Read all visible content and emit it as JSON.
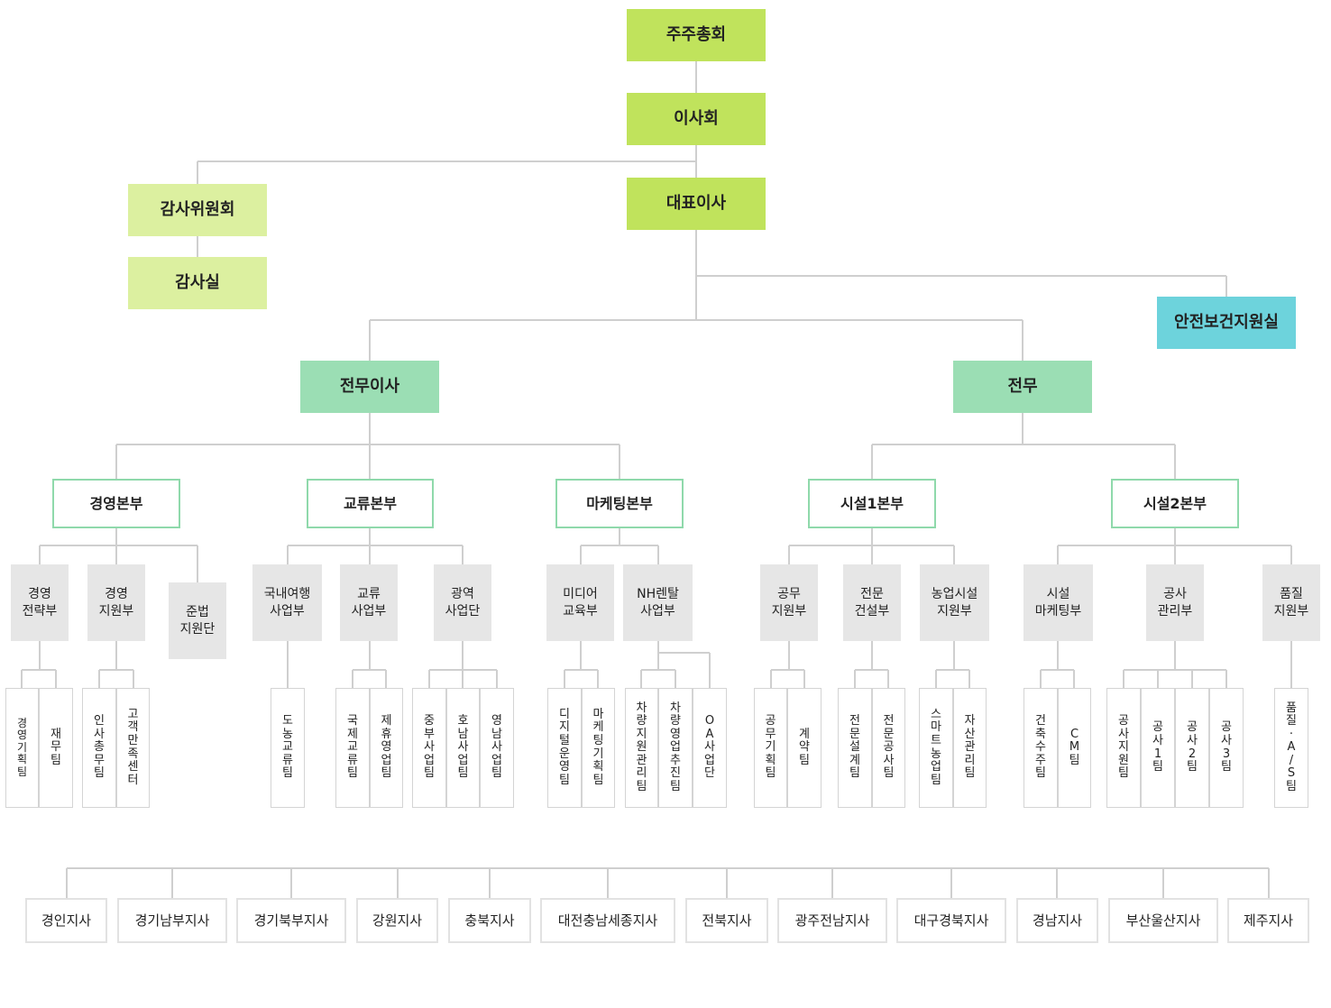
{
  "top": [
    {
      "id": "shareholders",
      "label": "주주총회"
    },
    {
      "id": "board",
      "label": "이사회"
    },
    {
      "id": "ceo",
      "label": "대표이사"
    }
  ],
  "audit": [
    {
      "id": "audit-committee",
      "label": "감사위원회"
    },
    {
      "id": "audit-office",
      "label": "감사실"
    }
  ],
  "safety": {
    "label": "안전보건지원실"
  },
  "executives": [
    {
      "id": "senior-managing-director",
      "label": "전무이사"
    },
    {
      "id": "managing-director",
      "label": "전무"
    }
  ],
  "headquarters": [
    {
      "id": "management-hq",
      "label": "경영본부"
    },
    {
      "id": "exchange-hq",
      "label": "교류본부"
    },
    {
      "id": "marketing-hq",
      "label": "마케팅본부"
    },
    {
      "id": "facility1-hq",
      "label": "시설1본부"
    },
    {
      "id": "facility2-hq",
      "label": "시설2본부"
    }
  ],
  "departments": [
    {
      "id": "mgmt-strategy",
      "label": "경영\n전략부"
    },
    {
      "id": "mgmt-support",
      "label": "경영\n지원부"
    },
    {
      "id": "prep-support",
      "label": "준법\n지원단"
    },
    {
      "id": "domestic-travel",
      "label": "국내여행\n사업부"
    },
    {
      "id": "exchange-biz",
      "label": "교류\n사업부"
    },
    {
      "id": "regional-biz",
      "label": "광역\n사업단"
    },
    {
      "id": "media-edu",
      "label": "미디어\n교육부"
    },
    {
      "id": "nh-rental",
      "label": "NH렌탈\n사업부"
    },
    {
      "id": "public-works",
      "label": "공무\n지원부"
    },
    {
      "id": "specialized-construction",
      "label": "전문\n건설부"
    },
    {
      "id": "agri-facility",
      "label": "농업시설\n지원부"
    },
    {
      "id": "facility-marketing",
      "label": "시설\n마케팅부"
    },
    {
      "id": "construction-mgmt",
      "label": "공사\n관리부"
    },
    {
      "id": "quality-support",
      "label": "품질\n지원부"
    }
  ],
  "teams": [
    {
      "id": "t1",
      "label": "경\n영\n기\n획\n팀"
    },
    {
      "id": "t2",
      "label": "재\n무\n팀"
    },
    {
      "id": "t3",
      "label": "인\n사\n총\n무\n팀"
    },
    {
      "id": "t4",
      "label": "고\n객\n만\n족\n센\n터"
    },
    {
      "id": "t5",
      "label": "도\n농\n교\n류\n팀"
    },
    {
      "id": "t6",
      "label": "국\n제\n교\n류\n팀"
    },
    {
      "id": "t7",
      "label": "제\n휴\n영\n업\n팀"
    },
    {
      "id": "t8",
      "label": "중\n부\n사\n업\n팀"
    },
    {
      "id": "t9",
      "label": "호\n남\n사\n업\n팀"
    },
    {
      "id": "t10",
      "label": "영\n남\n사\n업\n팀"
    },
    {
      "id": "t11",
      "label": "디\n지\n털\n운\n영\n팀"
    },
    {
      "id": "t12",
      "label": "마\n케\n팅\n기\n획\n팀"
    },
    {
      "id": "t13",
      "label": "차\n량\n지\n원\n관\n리\n팀"
    },
    {
      "id": "t14",
      "label": "차\n량\n영\n업\n추\n진\n팀"
    },
    {
      "id": "t15",
      "label": "O\nA\n사\n업\n단"
    },
    {
      "id": "t16",
      "label": "공\n무\n기\n획\n팀"
    },
    {
      "id": "t17",
      "label": "계\n약\n팀"
    },
    {
      "id": "t18",
      "label": "전\n문\n설\n계\n팀"
    },
    {
      "id": "t19",
      "label": "전\n문\n공\n사\n팀"
    },
    {
      "id": "t20",
      "label": "스\n마\n트\n농\n업\n팀"
    },
    {
      "id": "t21",
      "label": "자\n산\n관\n리\n팀"
    },
    {
      "id": "t22",
      "label": "건\n축\n수\n주\n팀"
    },
    {
      "id": "t23",
      "label": "C\nM\n팀"
    },
    {
      "id": "t24",
      "label": "공\n사\n지\n원\n팀"
    },
    {
      "id": "t25",
      "label": "공\n사\n1\n팀"
    },
    {
      "id": "t26",
      "label": "공\n사\n2\n팀"
    },
    {
      "id": "t27",
      "label": "공\n사\n3\n팀"
    },
    {
      "id": "t28",
      "label": "품\n질\n·\nA\n/\nS\n팀"
    }
  ],
  "branches": [
    {
      "id": "b1",
      "label": "경인지사"
    },
    {
      "id": "b2",
      "label": "경기남부지사"
    },
    {
      "id": "b3",
      "label": "경기북부지사"
    },
    {
      "id": "b4",
      "label": "강원지사"
    },
    {
      "id": "b5",
      "label": "충북지사"
    },
    {
      "id": "b6",
      "label": "대전충남세종지사"
    },
    {
      "id": "b7",
      "label": "전북지사"
    },
    {
      "id": "b8",
      "label": "광주전남지사"
    },
    {
      "id": "b9",
      "label": "대구경북지사"
    },
    {
      "id": "b10",
      "label": "경남지사"
    },
    {
      "id": "b11",
      "label": "부산울산지사"
    },
    {
      "id": "b12",
      "label": "제주지사"
    }
  ],
  "colors": {
    "line": "#cfcfcf",
    "top": "#c0e35c",
    "audit": "#dcf0a0",
    "safety": "#6dd3dc",
    "exec": "#9bdeb4",
    "hq_border": "#8fd9ab",
    "dept": "#e6e6e6"
  }
}
